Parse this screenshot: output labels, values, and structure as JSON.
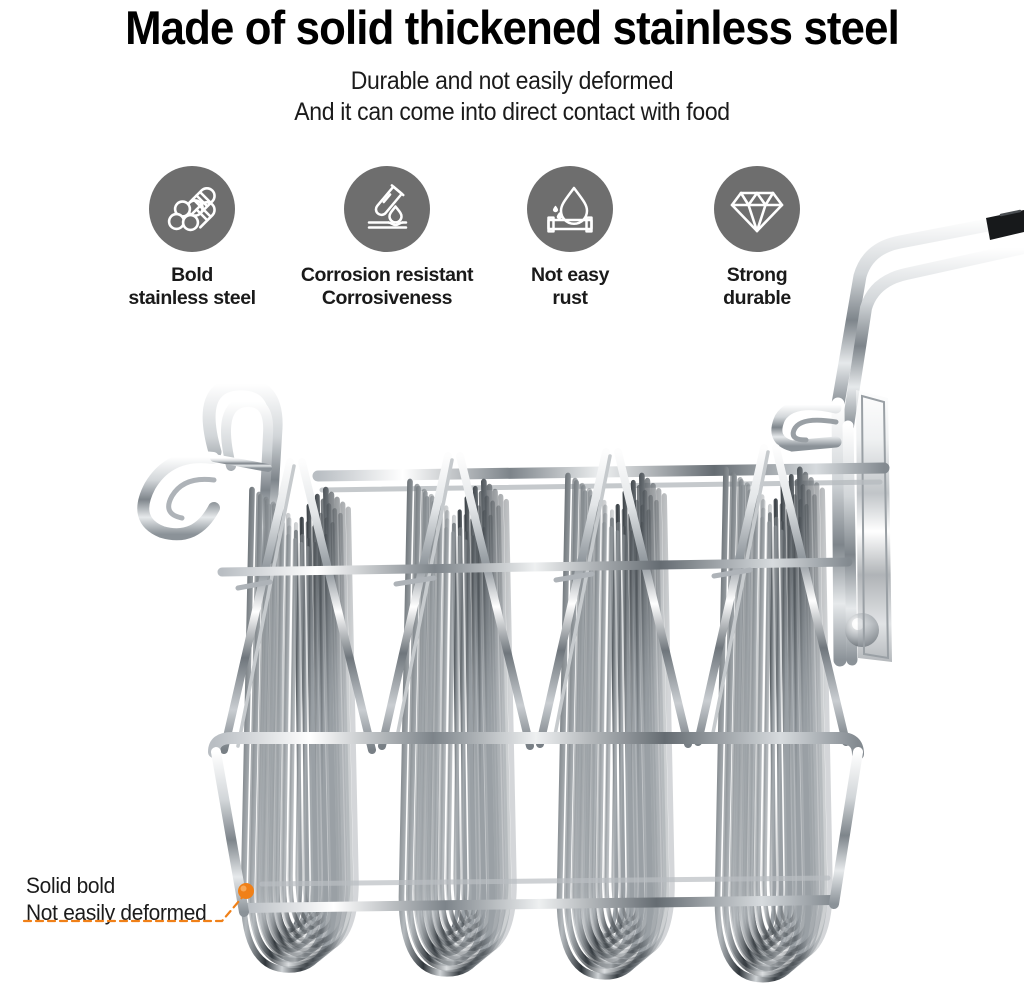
{
  "headline": "Made of solid thickened stainless steel",
  "subtitle": {
    "line1": "Durable and not easily deformed",
    "line2": "And it can come into direct contact with food"
  },
  "features": [
    {
      "icon": "steel-tubes-icon",
      "label_line1": "Bold",
      "label_line2": "stainless steel"
    },
    {
      "icon": "test-tube-droplet-icon",
      "label_line1": "Corrosion resistant",
      "label_line2": "Corrosiveness"
    },
    {
      "icon": "water-droplet-pipe-icon",
      "label_line1": "Not easy",
      "label_line2": "rust"
    },
    {
      "icon": "diamond-icon",
      "label_line1": "Strong",
      "label_line2": "durable"
    }
  ],
  "callout": {
    "line1": "Solid bold",
    "line2": "Not easily deformed"
  },
  "product": {
    "name": "stainless-steel-taco-shell-fryer-basket",
    "compartments": 4,
    "handle_grip": "black-rubber-grip"
  },
  "colors": {
    "background": "#ffffff",
    "headline_text": "#000000",
    "body_text": "#1b1b1b",
    "badge_gray": "#6e6e6e",
    "badge_icon": "#ffffff",
    "accent_orange": "#f08018",
    "steel_light": "#f2f3f4",
    "steel_mid": "#9aa0a5",
    "steel_dark": "#3c4247"
  }
}
